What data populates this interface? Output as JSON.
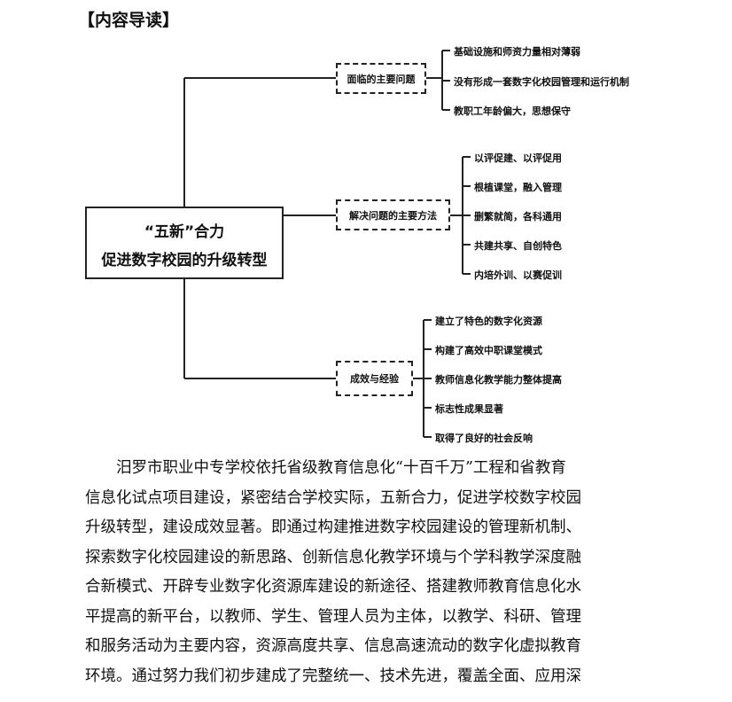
{
  "heading": "【内容导读】",
  "root": {
    "line1": "“五新”合力",
    "line2": "促进数字校园的升级转型"
  },
  "branches": [
    {
      "label": "面临的主要问题",
      "items": [
        "基础设施和师资力量相对薄弱",
        "没有形成一套数字化校园管理和运行机制",
        "教职工年龄偏大，思想保守"
      ]
    },
    {
      "label": "解决问题的主要方法",
      "items": [
        "以评促建、以评促用",
        "根植课堂，融入管理",
        "删繁就简，各科通用",
        "共建共享、自创特色",
        "内培外训、以赛促训"
      ]
    },
    {
      "label": "成效与经验",
      "items": [
        "建立了特色的数字化资源",
        "构建了高效中职课堂模式",
        "教师信息化教学能力整体提高",
        "标志性成果显著",
        "取得了良好的社会反响"
      ]
    }
  ],
  "paragraph": [
    "　　汨罗市职业中专学校依托省级教育信息化“十百千万”工程和省教育",
    "信息化试点项目建设，紧密结合学校实际，五新合力，促进学校数字校园",
    "升级转型，建设成效显著。即通过构建推进数字校园建设的管理新机制、",
    "探索数字化校园建设的新思路、创新信息化教学环境与个学科教学深度融",
    "合新模式、开辟专业数字化资源库建设的新途径、搭建教师教育信息化水",
    "平提高的新平台，以教师、学生、管理人员为主体，以教学、科研、管理",
    "和服务活动为主要内容，资源高度共享、信息高速流动的数字化虚拟教育",
    "环境。通过努力我们初步建成了完整统一、技术先进，覆盖全面、应用深"
  ]
}
